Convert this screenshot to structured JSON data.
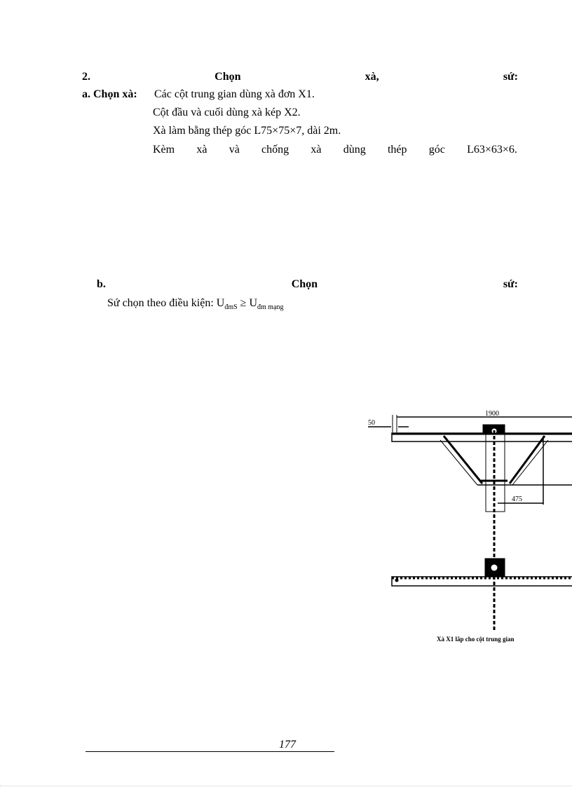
{
  "section2": {
    "words": [
      "2.",
      "Chọn",
      "xà,",
      "sứ:"
    ]
  },
  "part_a": {
    "label": "a. Chọn xà:",
    "lines": [
      "Các cột trung gian dùng xà đơn X1.",
      "Cột đầu và cuối dùng xà kép X2.",
      "Xà làm bằng thép góc L75×75×7, dài 2m."
    ],
    "last_line_words": [
      "Kèm",
      "xà",
      "và",
      "chống",
      "xà",
      "dùng",
      "thép",
      "góc",
      "L63×63×6."
    ]
  },
  "part_b": {
    "words": [
      "b.",
      "Chọn",
      "sứ:"
    ],
    "condition_prefix": "Sứ chọn theo điều kiện:",
    "u1": "U",
    "u1_sub": "đmS",
    "ge": "≥",
    "u2": "U",
    "u2_sub": "đm mạng"
  },
  "drawing": {
    "dim_1900": "1900",
    "dim_50": "50",
    "dim_475": "475",
    "caption": "Xà X1 lắp cho cột trung gian"
  },
  "footer": {
    "page_number": "177"
  }
}
